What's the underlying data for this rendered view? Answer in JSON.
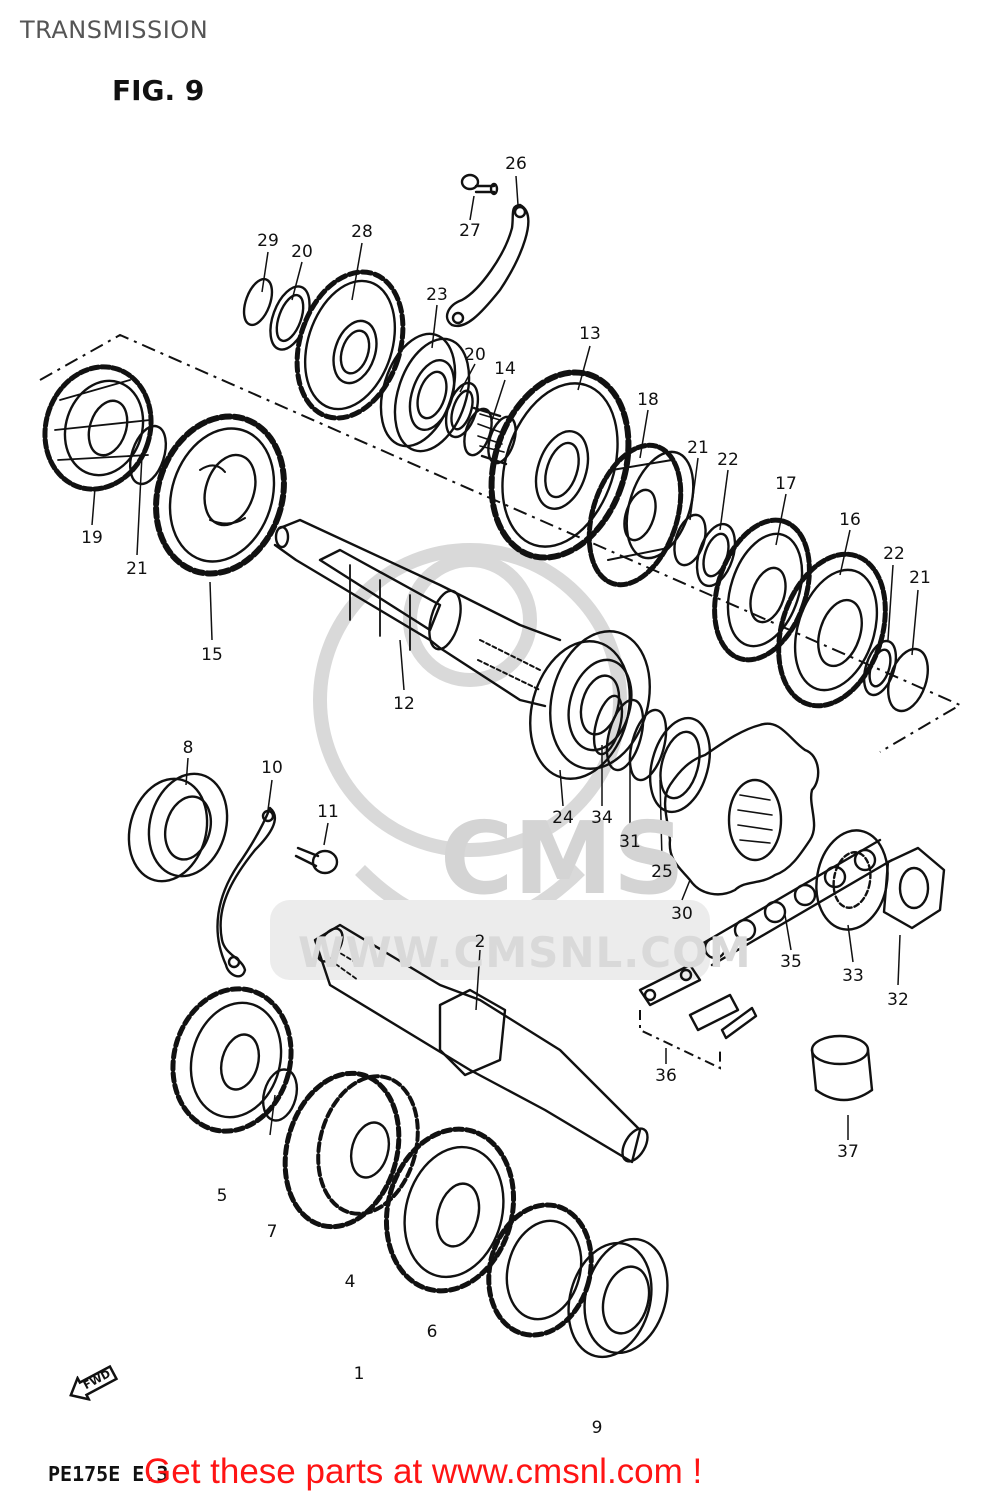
{
  "page": {
    "title": "TRANSMISSION",
    "figure_label": "FIG. 9",
    "model_code": "PE175E E.3",
    "direction_label": "FWD",
    "banner": "Get these parts at www.cmsnl.com !"
  },
  "watermark": {
    "brand": "CMS",
    "url": "WWW.CMSNL.COM"
  },
  "colors": {
    "line": "#111111",
    "banner": "#ff1414",
    "watermark": "#d4d4d4",
    "title": "#555555"
  },
  "part_labels": [
    "1",
    "2",
    "4",
    "5",
    "6",
    "7",
    "8",
    "9",
    "10",
    "11",
    "12",
    "13",
    "14",
    "15",
    "16",
    "17",
    "18",
    "19",
    "20",
    "20",
    "21",
    "21",
    "21",
    "21",
    "22",
    "22",
    "23",
    "24",
    "25",
    "26",
    "27",
    "28",
    "29",
    "30",
    "31",
    "32",
    "33",
    "34",
    "35",
    "36",
    "37"
  ]
}
